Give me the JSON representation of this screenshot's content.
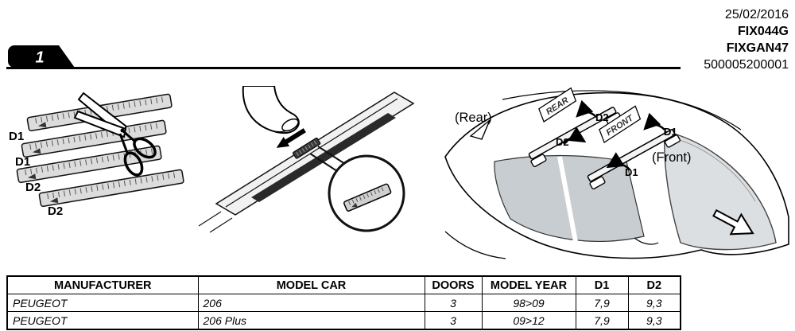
{
  "header": {
    "date": "25/02/2016",
    "code1": "FIX044G",
    "code2": "FIXGAN47",
    "code3": "500005200001"
  },
  "step": {
    "number": "1"
  },
  "figures": {
    "strips": {
      "labels": [
        "D1",
        "D1",
        "D2",
        "D2"
      ]
    },
    "car": {
      "rear_text": "(Rear)",
      "front_text": "(Front)",
      "rear_bar": "REAR",
      "front_bar": "FRONT",
      "d2_top": "D2",
      "d2_bottom": "D2",
      "d1_top": "D1",
      "d1_bottom": "D1"
    }
  },
  "table": {
    "headers": [
      "MANUFACTURER",
      "MODEL CAR",
      "DOORS",
      "MODEL YEAR",
      "D1",
      "D2"
    ],
    "rows": [
      [
        "PEUGEOT",
        "206",
        "3",
        "98>09",
        "7,9",
        "9,3"
      ],
      [
        "PEUGEOT",
        "206 Plus",
        "3",
        "09>12",
        "7,9",
        "9,3"
      ]
    ]
  }
}
